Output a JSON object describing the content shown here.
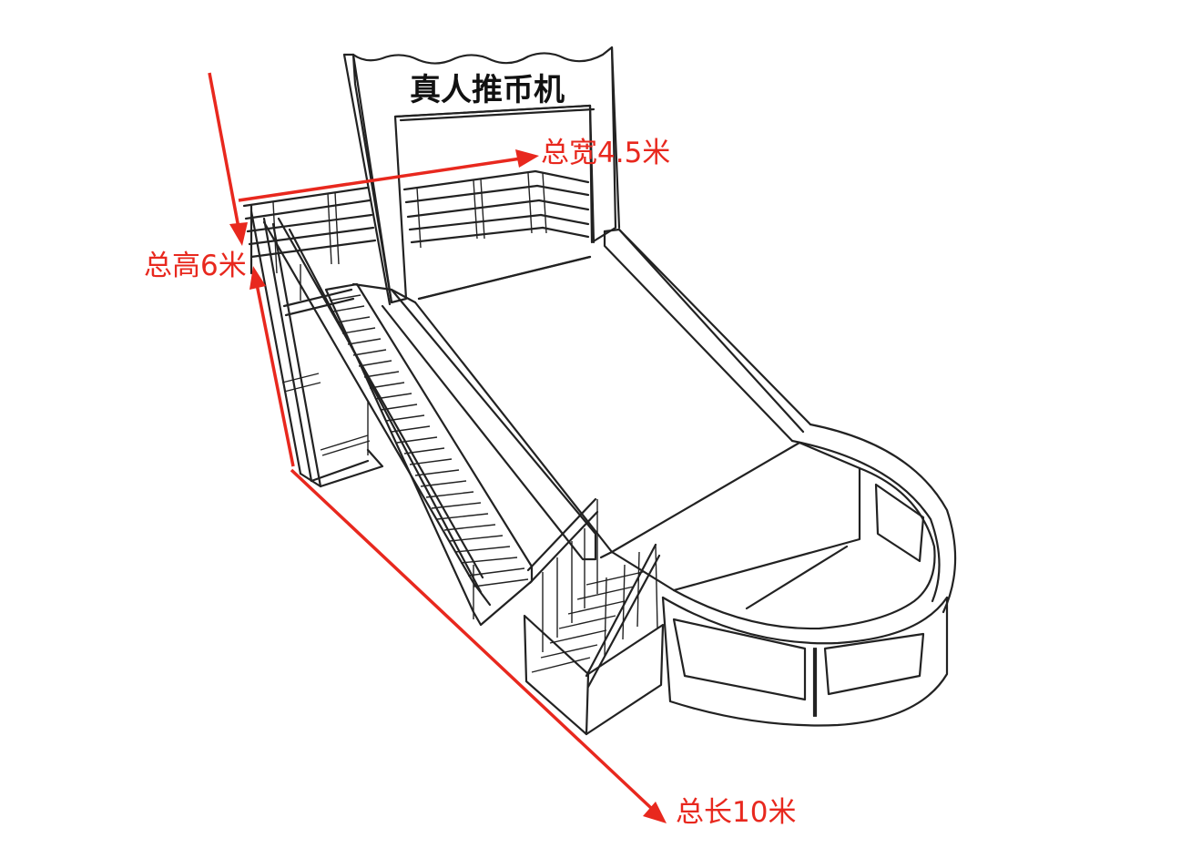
{
  "sign": {
    "title": "真人推币机"
  },
  "dimensions": {
    "width_label": "总宽4.5米",
    "height_label": "总高6米",
    "length_label": "总长10米"
  },
  "colors": {
    "dimension": "#e8281e",
    "outline": "#222222",
    "background": "#ffffff"
  }
}
